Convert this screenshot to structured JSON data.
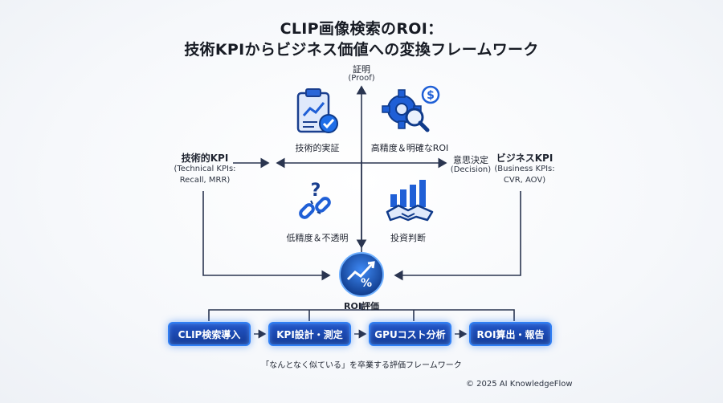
{
  "title": {
    "line1": "CLIP画像検索のROI：",
    "line2": "技術KPIからビジネス価値への変換フレームワーク"
  },
  "axis": {
    "top_label": "証明",
    "top_sub": "(Proof)",
    "left_title": "技術的KPI",
    "left_sub1": "(Technical KPIs:",
    "left_sub2": "Recall, MRR)",
    "right_label": "意思決定",
    "right_sub": "(Decision)",
    "right_title": "ビジネスKPI",
    "right_sub1": "(Business KPIs:",
    "right_sub2": "CVR, AOV)"
  },
  "quadrants": {
    "top_left": {
      "label": "技術的実証",
      "icon": "clipboard-chart-check-icon"
    },
    "top_right": {
      "label": "高精度＆明確なROI",
      "icon": "gear-magnifier-dollar-icon"
    },
    "bottom_left": {
      "label": "低精度＆不透明",
      "icon": "broken-chain-question-icon"
    },
    "bottom_right": {
      "label": "投資判断",
      "icon": "handshake-chart-icon"
    }
  },
  "center": {
    "label": "ROI評価",
    "icon": "trend-percent-icon"
  },
  "steps": [
    "CLIP検索導入",
    "KPI設計・測定",
    "GPUコスト分析",
    "ROI算出・報告"
  ],
  "caption": "「なんとなく似ている」を卒業する評価フレームワーク",
  "copyright": "© 2025 AI KnowledgeFlow",
  "colors": {
    "accent": "#2f7ef3",
    "dark_blue": "#153b96",
    "line": "#2a3550"
  }
}
